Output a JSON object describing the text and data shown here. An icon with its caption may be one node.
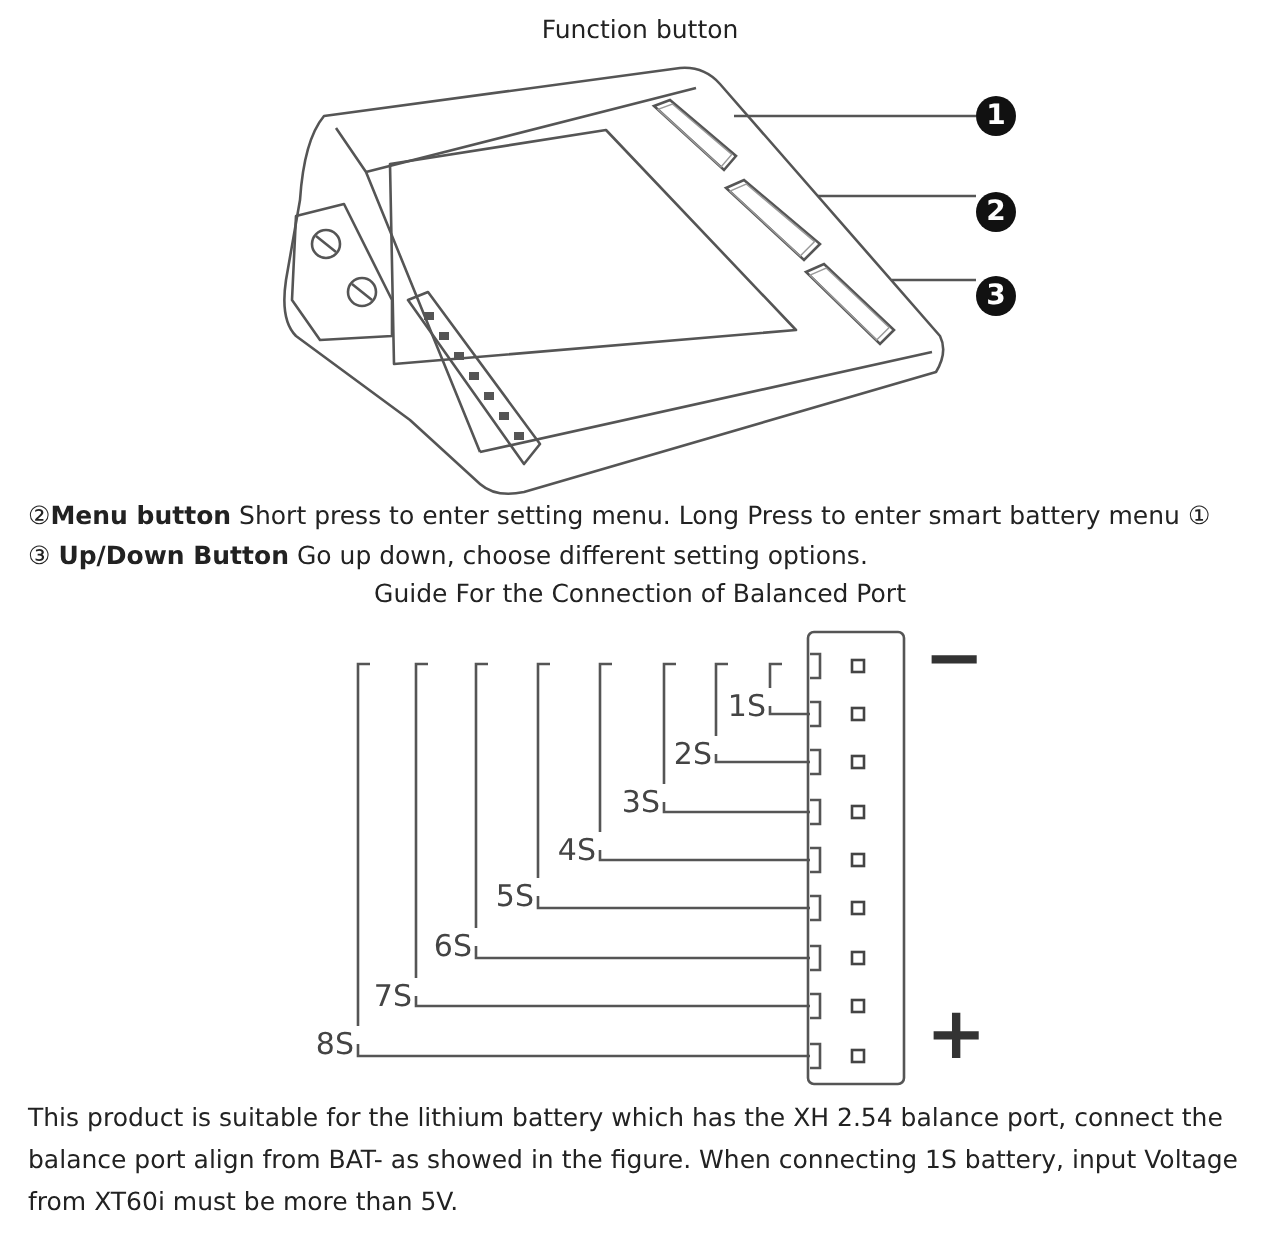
{
  "diagram": {
    "nodes": [
      {
        "text": [
          "1"
        ]
      },
      {
        "text": [
          "2"
        ]
      },
      {
        "text": [
          "3"
        ]
      },
      {
        "text": [],
        "shape": "box"
      },
      {
        "text": [],
        "shape": "box"
      },
      {
        "text": [],
        "shape": "box"
      },
      {
        "text": [
          "1S"
        ]
      },
      {
        "text": [
          "2S"
        ]
      },
      {
        "text": [
          "3S"
        ]
      },
      {
        "text": [
          "4S"
        ]
      },
      {
        "text": [
          "5S"
        ]
      },
      {
        "text": [
          "6S"
        ]
      },
      {
        "text": [
          "7S"
        ]
      },
      {
        "text": [
          "8S"
        ]
      },
      {
        "text": [],
        "shape": "box"
      },
      {
        "text": [],
        "shape": "box"
      },
      {
        "text": [],
        "shape": "box"
      },
      {
        "text": [],
        "shape": "box"
      },
      {
        "text": [],
        "shape": "box"
      },
      {
        "text": [],
        "shape": "box"
      },
      {
        "text": [],
        "shape": "box"
      },
      {
        "text": [],
        "shape": "box"
      },
      {
        "text": [],
        "shape": "box"
      }
    ],
    "edges": [
      {
        "from": 0,
        "to": 3,
        "arrow": "none"
      },
      {
        "from": 1,
        "to": 4,
        "arrow": "none"
      },
      {
        "from": 2,
        "to": 5,
        "arrow": "none"
      },
      {
        "from": 6,
        "to": 15,
        "arrow": "none"
      },
      {
        "from": 7,
        "to": 16,
        "arrow": "none"
      },
      {
        "from": 8,
        "to": 17,
        "arrow": "none"
      },
      {
        "from": 9,
        "to": 18,
        "arrow": "none"
      },
      {
        "from": 10,
        "to": 19,
        "arrow": "none"
      },
      {
        "from": 11,
        "to": 20,
        "arrow": "none"
      },
      {
        "from": 12,
        "to": 21,
        "arrow": "none"
      },
      {
        "from": 13,
        "to": 22,
        "arrow": "none"
      }
    ],
    "labels": [
      "Function button",
      "②**Menu button** Short press to enter setting menu. Long Press to enter smart battery menu ①",
      "③ **Up/Down Button** Go up down, choose different setting options.",
      "Guide For the Connection of Balanced Port",
      "−",
      "+",
      "This product is suitable for the lithium battery which has the XH 2.54 balance port, connect the balance port align from BAT- as showed in the figure. When connecting 1S battery, input Voltage from XT60i must be more than 5V."
    ]
  }
}
